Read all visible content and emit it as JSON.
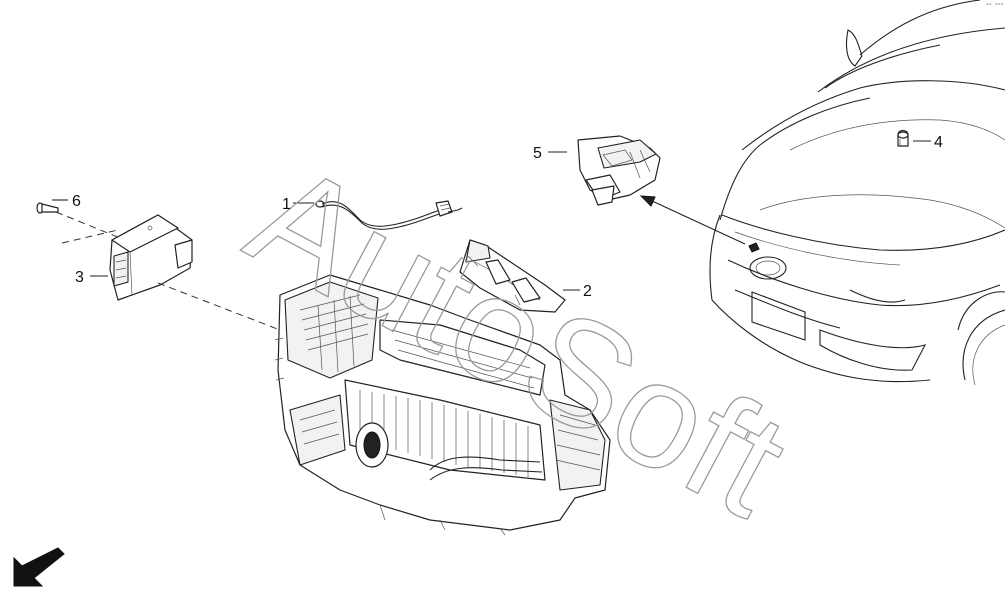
{
  "watermark": {
    "text": "AutoSoft"
  },
  "corner_code": "ᵃᵒ ᵇᵇᵇ",
  "callouts": [
    {
      "id": "1",
      "label": "1"
    },
    {
      "id": "2",
      "label": "2"
    },
    {
      "id": "3",
      "label": "3"
    },
    {
      "id": "4",
      "label": "4"
    },
    {
      "id": "5",
      "label": "5"
    },
    {
      "id": "6",
      "label": "6"
    }
  ],
  "icons": {
    "direction": "front-direction-arrow-icon"
  },
  "colors": {
    "line": "#222222",
    "watermark": "#9a9a9a",
    "background": "#ffffff"
  }
}
